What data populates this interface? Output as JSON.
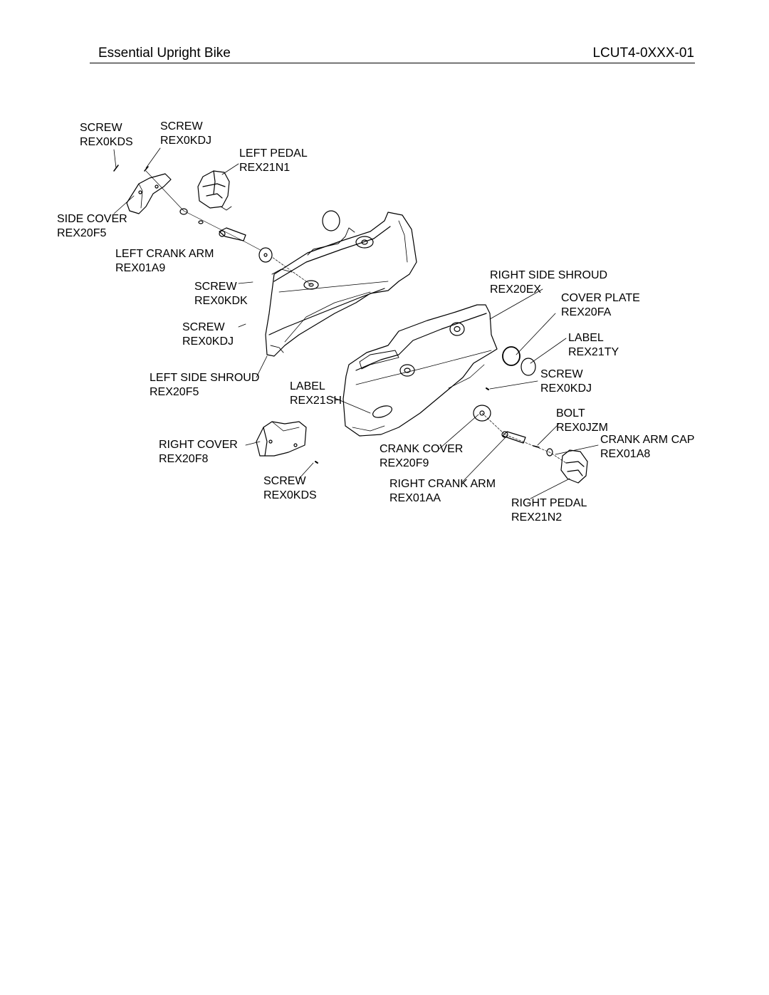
{
  "header": {
    "title": "Essential Upright Bike",
    "model": "LCUT4-0XXX-01"
  },
  "labels": {
    "screw_rex0kds_top": {
      "name": "SCREW",
      "part": "REX0KDS"
    },
    "screw_rex0kdj_top": {
      "name": "SCREW",
      "part": "REX0KDJ"
    },
    "left_pedal": {
      "name": "LEFT PEDAL",
      "part": "REX21N1"
    },
    "side_cover": {
      "name": "SIDE COVER",
      "part": "REX20F5"
    },
    "left_crank_arm": {
      "name": "LEFT CRANK ARM",
      "part": "REX01A9"
    },
    "screw_rex0kdk": {
      "name": "SCREW",
      "part": "REX0KDK"
    },
    "screw_rex0kdj_mid": {
      "name": "SCREW",
      "part": "REX0KDJ"
    },
    "left_side_shroud": {
      "name": "LEFT SIDE SHROUD",
      "part": "REX20F5"
    },
    "label_rex21sh": {
      "name": "LABEL",
      "part": "REX21SH"
    },
    "right_cover": {
      "name": "RIGHT COVER",
      "part": "REX20F8"
    },
    "screw_rex0kds_bottom": {
      "name": "SCREW",
      "part": "REX0KDS"
    },
    "right_side_shroud": {
      "name": "RIGHT SIDE SHROUD",
      "part": "REX20EX"
    },
    "cover_plate": {
      "name": "COVER PLATE",
      "part": "REX20FA"
    },
    "label_rex21ty": {
      "name": "LABEL",
      "part": "REX21TY"
    },
    "screw_rex0kdj_right": {
      "name": "SCREW",
      "part": "REX0KDJ"
    },
    "bolt": {
      "name": "BOLT",
      "part": "REX0JZM"
    },
    "crank_arm_cap": {
      "name": "CRANK ARM CAP",
      "part": "REX01A8"
    },
    "crank_cover": {
      "name": "CRANK COVER",
      "part": "REX20F9"
    },
    "right_crank_arm": {
      "name": "RIGHT CRANK ARM",
      "part": "REX01AA"
    },
    "right_pedal": {
      "name": "RIGHT PEDAL",
      "part": "REX21N2"
    }
  }
}
